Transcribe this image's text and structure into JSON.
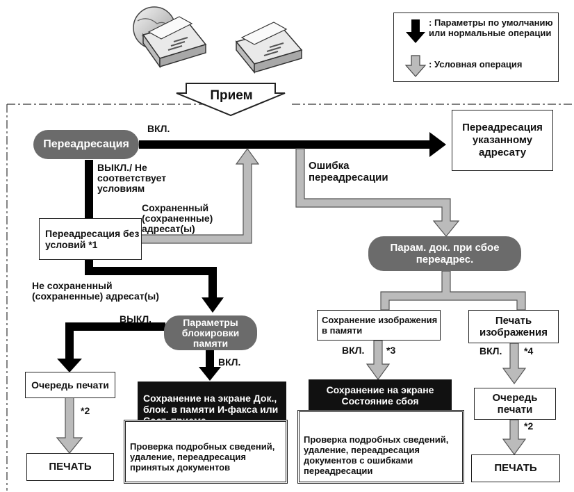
{
  "legend": {
    "default_text": ": Параметры по умолчанию или нормальные операции",
    "conditional_text": ": Условная операция"
  },
  "nodes": {
    "reception": "Прием",
    "forwarding": "Переадресация",
    "forward_to": "Переадресация указанному адресату",
    "unconditional": "Переадресация без условий *1",
    "error_settings": "Парам. док. при сбое переадрес.",
    "memory_lock": "Параметры блокировки памяти",
    "print_queue_left": "Очередь печати",
    "print_left": "ПЕЧАТЬ",
    "screen_left": "Сохранение на экране Док., блок. в памяти И-факса или Сост. приема",
    "detail_left": "Проверка подробных сведений, удаление, переадресация принятых документов",
    "save_image": "Сохранение изображения в памяти",
    "print_image": "Печать изображения",
    "screen_right": "Сохранение на экране Состояние сбоя переадресации",
    "detail_right": "Проверка подробных сведений, удаление, переадресация документов с ошибками переадресации",
    "print_queue_right": "Очередь печати",
    "print_right": "ПЕЧАТЬ"
  },
  "labels": {
    "on_top": "ВКЛ.",
    "off_not_match": "ВЫКЛ./ Не соответствует условиям",
    "saved_address": "Сохраненный (сохраненные) адресат(ы)",
    "forward_error": "Ошибка переадресации",
    "not_saved": "Не сохраненный (сохраненные) адресат(ы)",
    "off_lock": "ВЫКЛ.",
    "on_lock": "ВКЛ.",
    "note2_left": "*2",
    "on_save": "ВКЛ.",
    "note3": "*3",
    "on_print": "ВКЛ.",
    "note4": "*4",
    "note2_right": "*2"
  }
}
